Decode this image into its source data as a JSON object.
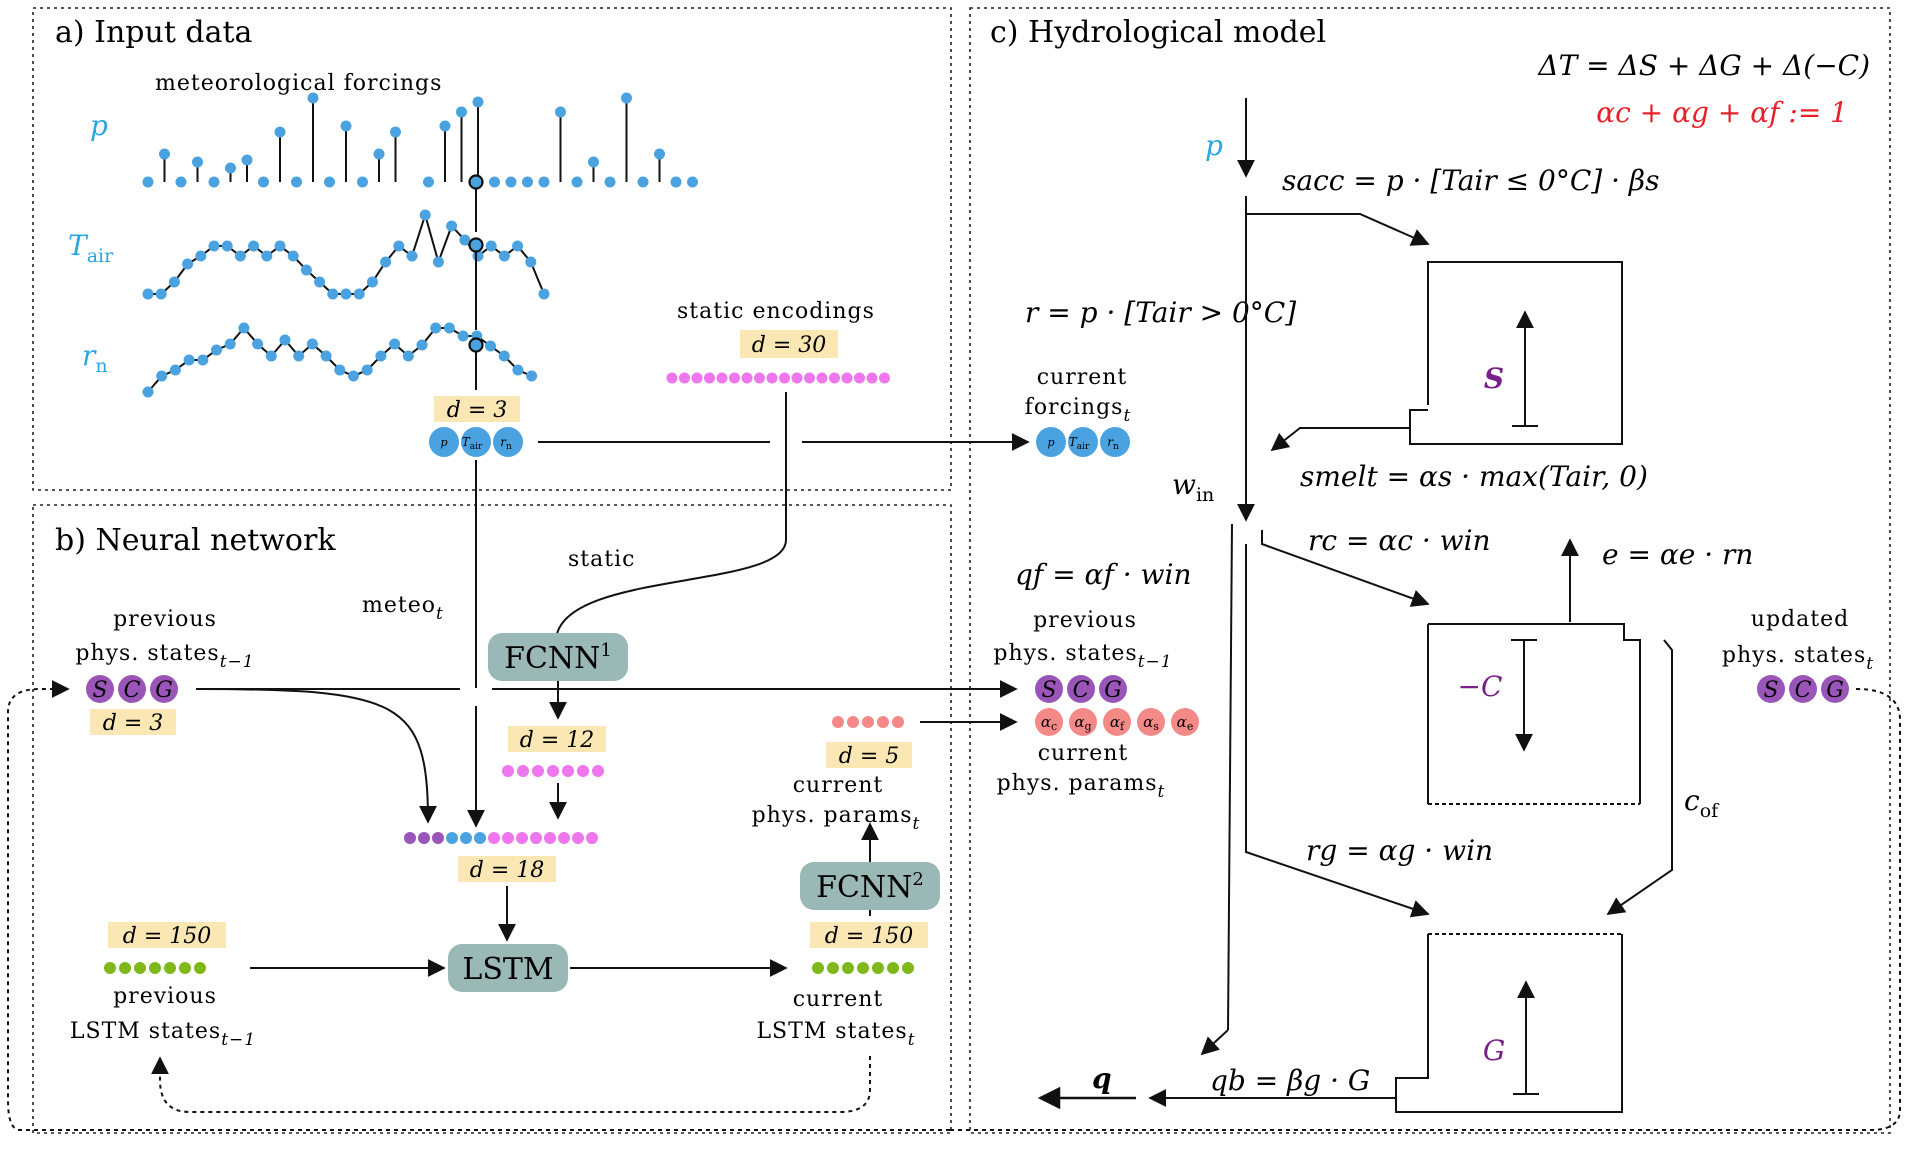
{
  "panels": {
    "input": {
      "title": "a) Input data"
    },
    "nn": {
      "title": "b) Neural network"
    },
    "hydro": {
      "title": "c) Hydrological model"
    }
  },
  "input": {
    "meteo_label": "meteorological forcings",
    "var_p": "p",
    "var_tair": "T",
    "var_tair_sub": "air",
    "var_rn": "r",
    "var_rn_sub": "n",
    "static_label": "static encodings",
    "d_static": "d = 30",
    "d_meteo": "d = 3",
    "chip_p": "p",
    "chip_t": "T",
    "chip_t_sub": "air",
    "chip_r": "r",
    "chip_r_sub": "n",
    "current_forcings_1": "current",
    "current_forcings_2": "forcings",
    "current_forcings_sub": "t"
  },
  "nn": {
    "static_label": "static",
    "meteo_label": "meteo",
    "meteo_sub": "t",
    "prev_states_1": "previous",
    "prev_states_2": "phys. states",
    "prev_states_sub": "t−1",
    "d_states": "d = 3",
    "fcnn1": "FCNN",
    "fcnn1_sup": "1",
    "d_12": "d = 12",
    "d_18": "d = 18",
    "d_5": "d = 5",
    "current_params_1": "current",
    "current_params_2": "phys. params",
    "current_params_sub": "t",
    "fcnn2": "FCNN",
    "fcnn2_sup": "2",
    "d_150_left": "d = 150",
    "d_150_right": "d = 150",
    "lstm": "LSTM",
    "prev_lstm_1": "previous",
    "prev_lstm_2": "LSTM states",
    "prev_lstm_sub": "t−1",
    "cur_lstm_1": "current",
    "cur_lstm_2": "LSTM states",
    "cur_lstm_sub": "t"
  },
  "middle": {
    "prev_states_1": "previous",
    "prev_states_2": "phys. states",
    "prev_states_sub": "t−1",
    "cur_params_1": "current",
    "cur_params_2": "phys. params",
    "cur_params_sub": "t",
    "state_S": "S",
    "state_C": "C",
    "state_G": "G",
    "param_c": "c",
    "param_g": "g",
    "param_f": "f",
    "param_s": "s",
    "param_e": "e"
  },
  "hydro": {
    "eq1": "ΔT = ΔS + ΔG + Δ(−C)",
    "eq2": "αc + αg + αf := 1",
    "p_label": "p",
    "s_acc": "sacc = p · [Tair ≤ 0°C] · βs",
    "r_eq": "r = p · [Tair > 0°C]",
    "store_S": "S",
    "s_melt": "smelt = αs · max(Tair, 0)",
    "w_in": "w",
    "w_in_sub": "in",
    "q_f": "qf = αf · win",
    "r_c": "rc = αc · win",
    "e_eq": "e = αe · rn",
    "store_C": "−C",
    "c_of": "c",
    "c_of_sub": "of",
    "updated_1": "updated",
    "updated_2": "phys. states",
    "updated_sub": "t",
    "r_g": "rg = αg · win",
    "store_G": "G",
    "q_label": "q",
    "q_b": "qb = βg · G"
  },
  "colors": {
    "forcing_blue": "#4aa3e0",
    "static_pink": "#ee77ee",
    "state_purple": "#9a55b8",
    "param_salmon": "#f48a88",
    "lstm_green": "#7fb81a",
    "box_teal": "#9ab8b5",
    "dim_bg": "#fbe7b4",
    "red": "#e8202a",
    "blue": "#2aa6e0",
    "navy": "#2233cc",
    "purple": "#7a1f8a"
  }
}
